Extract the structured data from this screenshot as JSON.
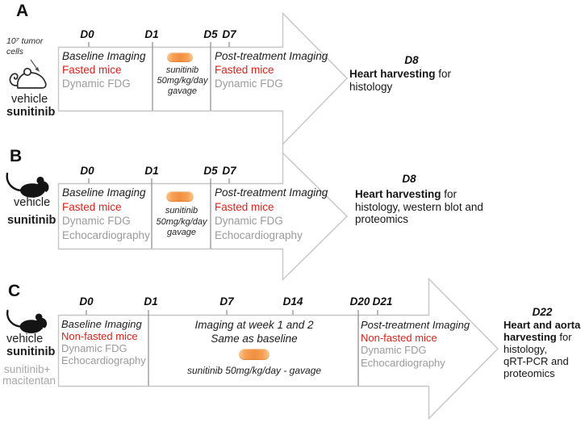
{
  "colors": {
    "accent_red": "#dc231c",
    "muted_gray_text": "#9b9b9b",
    "arrow_outline": "#c6c6c6",
    "divider_gray": "#8a8a8a",
    "pill_orange": "#f08f40"
  },
  "icons": {
    "outline_mouse": "outline-mouse-icon",
    "filled_mouse": "filled-mouse-icon",
    "pill": "sunitinib-pill-icon",
    "pointer": "pointer-arrow-icon",
    "timeline_arrow": "block-arrow-shape"
  },
  "panelA": {
    "label": "A",
    "tumor_cells_line1": "10⁷ tumor",
    "tumor_cells_line2": "cells",
    "group1": "vehicle",
    "group2": "sunitinib",
    "days": [
      "D0",
      "D1",
      "D5",
      "D7"
    ],
    "baseline": {
      "title": "Baseline Imaging",
      "mice": "Fasted mice",
      "imaging": "Dynamic FDG"
    },
    "treatment": {
      "line1": "sunitinib",
      "line2": "50mg/kg/day",
      "line3": "gavage"
    },
    "post": {
      "title": "Post-treatment Imaging",
      "mice": "Fasted mice",
      "imaging": "Dynamic FDG"
    },
    "outcome": {
      "day": "D8",
      "bold": "Heart harvesting",
      "rest": " for",
      "line2": "histology"
    }
  },
  "panelB": {
    "label": "B",
    "group1": "vehicle",
    "group2": "sunitinib",
    "days": [
      "D0",
      "D1",
      "D5",
      "D7"
    ],
    "baseline": {
      "title": "Baseline Imaging",
      "mice": "Fasted mice",
      "imaging": "Dynamic FDG",
      "echo": "Echocardiography"
    },
    "treatment": {
      "line1": "sunitinib",
      "line2": "50mg/kg/day",
      "line3": "gavage"
    },
    "post": {
      "title": "Post-treatment Imaging",
      "mice": "Fasted mice",
      "imaging": "Dynamic FDG",
      "echo": "Echocardiography"
    },
    "outcome": {
      "day": "D8",
      "bold": "Heart harvesting",
      "rest": " for",
      "line2": "histology, western blot and",
      "line3": "proteomics"
    }
  },
  "panelC": {
    "label": "C",
    "group1": "vehicle",
    "group2": "sunitinib",
    "group3": "sunitinib+",
    "group4": "macitentan",
    "days": [
      "D0",
      "D1",
      "D7",
      "D14",
      "D20",
      "D21"
    ],
    "baseline": {
      "title": "Baseline Imaging",
      "mice": "Non-fasted mice",
      "imaging": "Dynamic FDG",
      "echo": "Echocardiography"
    },
    "treatment": {
      "line1": "Imaging at week 1 and 2",
      "line2": "Same as baseline",
      "line3": "sunitinib 50mg/kg/day - gavage"
    },
    "post": {
      "title": "Post-treatment Imaging",
      "mice": "Non-fasted mice",
      "imaging": "Dynamic FDG",
      "echo": "Echocardiography"
    },
    "outcome": {
      "day": "D22",
      "bold1": "Heart and aorta",
      "bold2": "harvesting",
      "rest": " for",
      "line3": "histology,",
      "line4": "qRT-PCR and",
      "line5": "proteomics"
    }
  }
}
